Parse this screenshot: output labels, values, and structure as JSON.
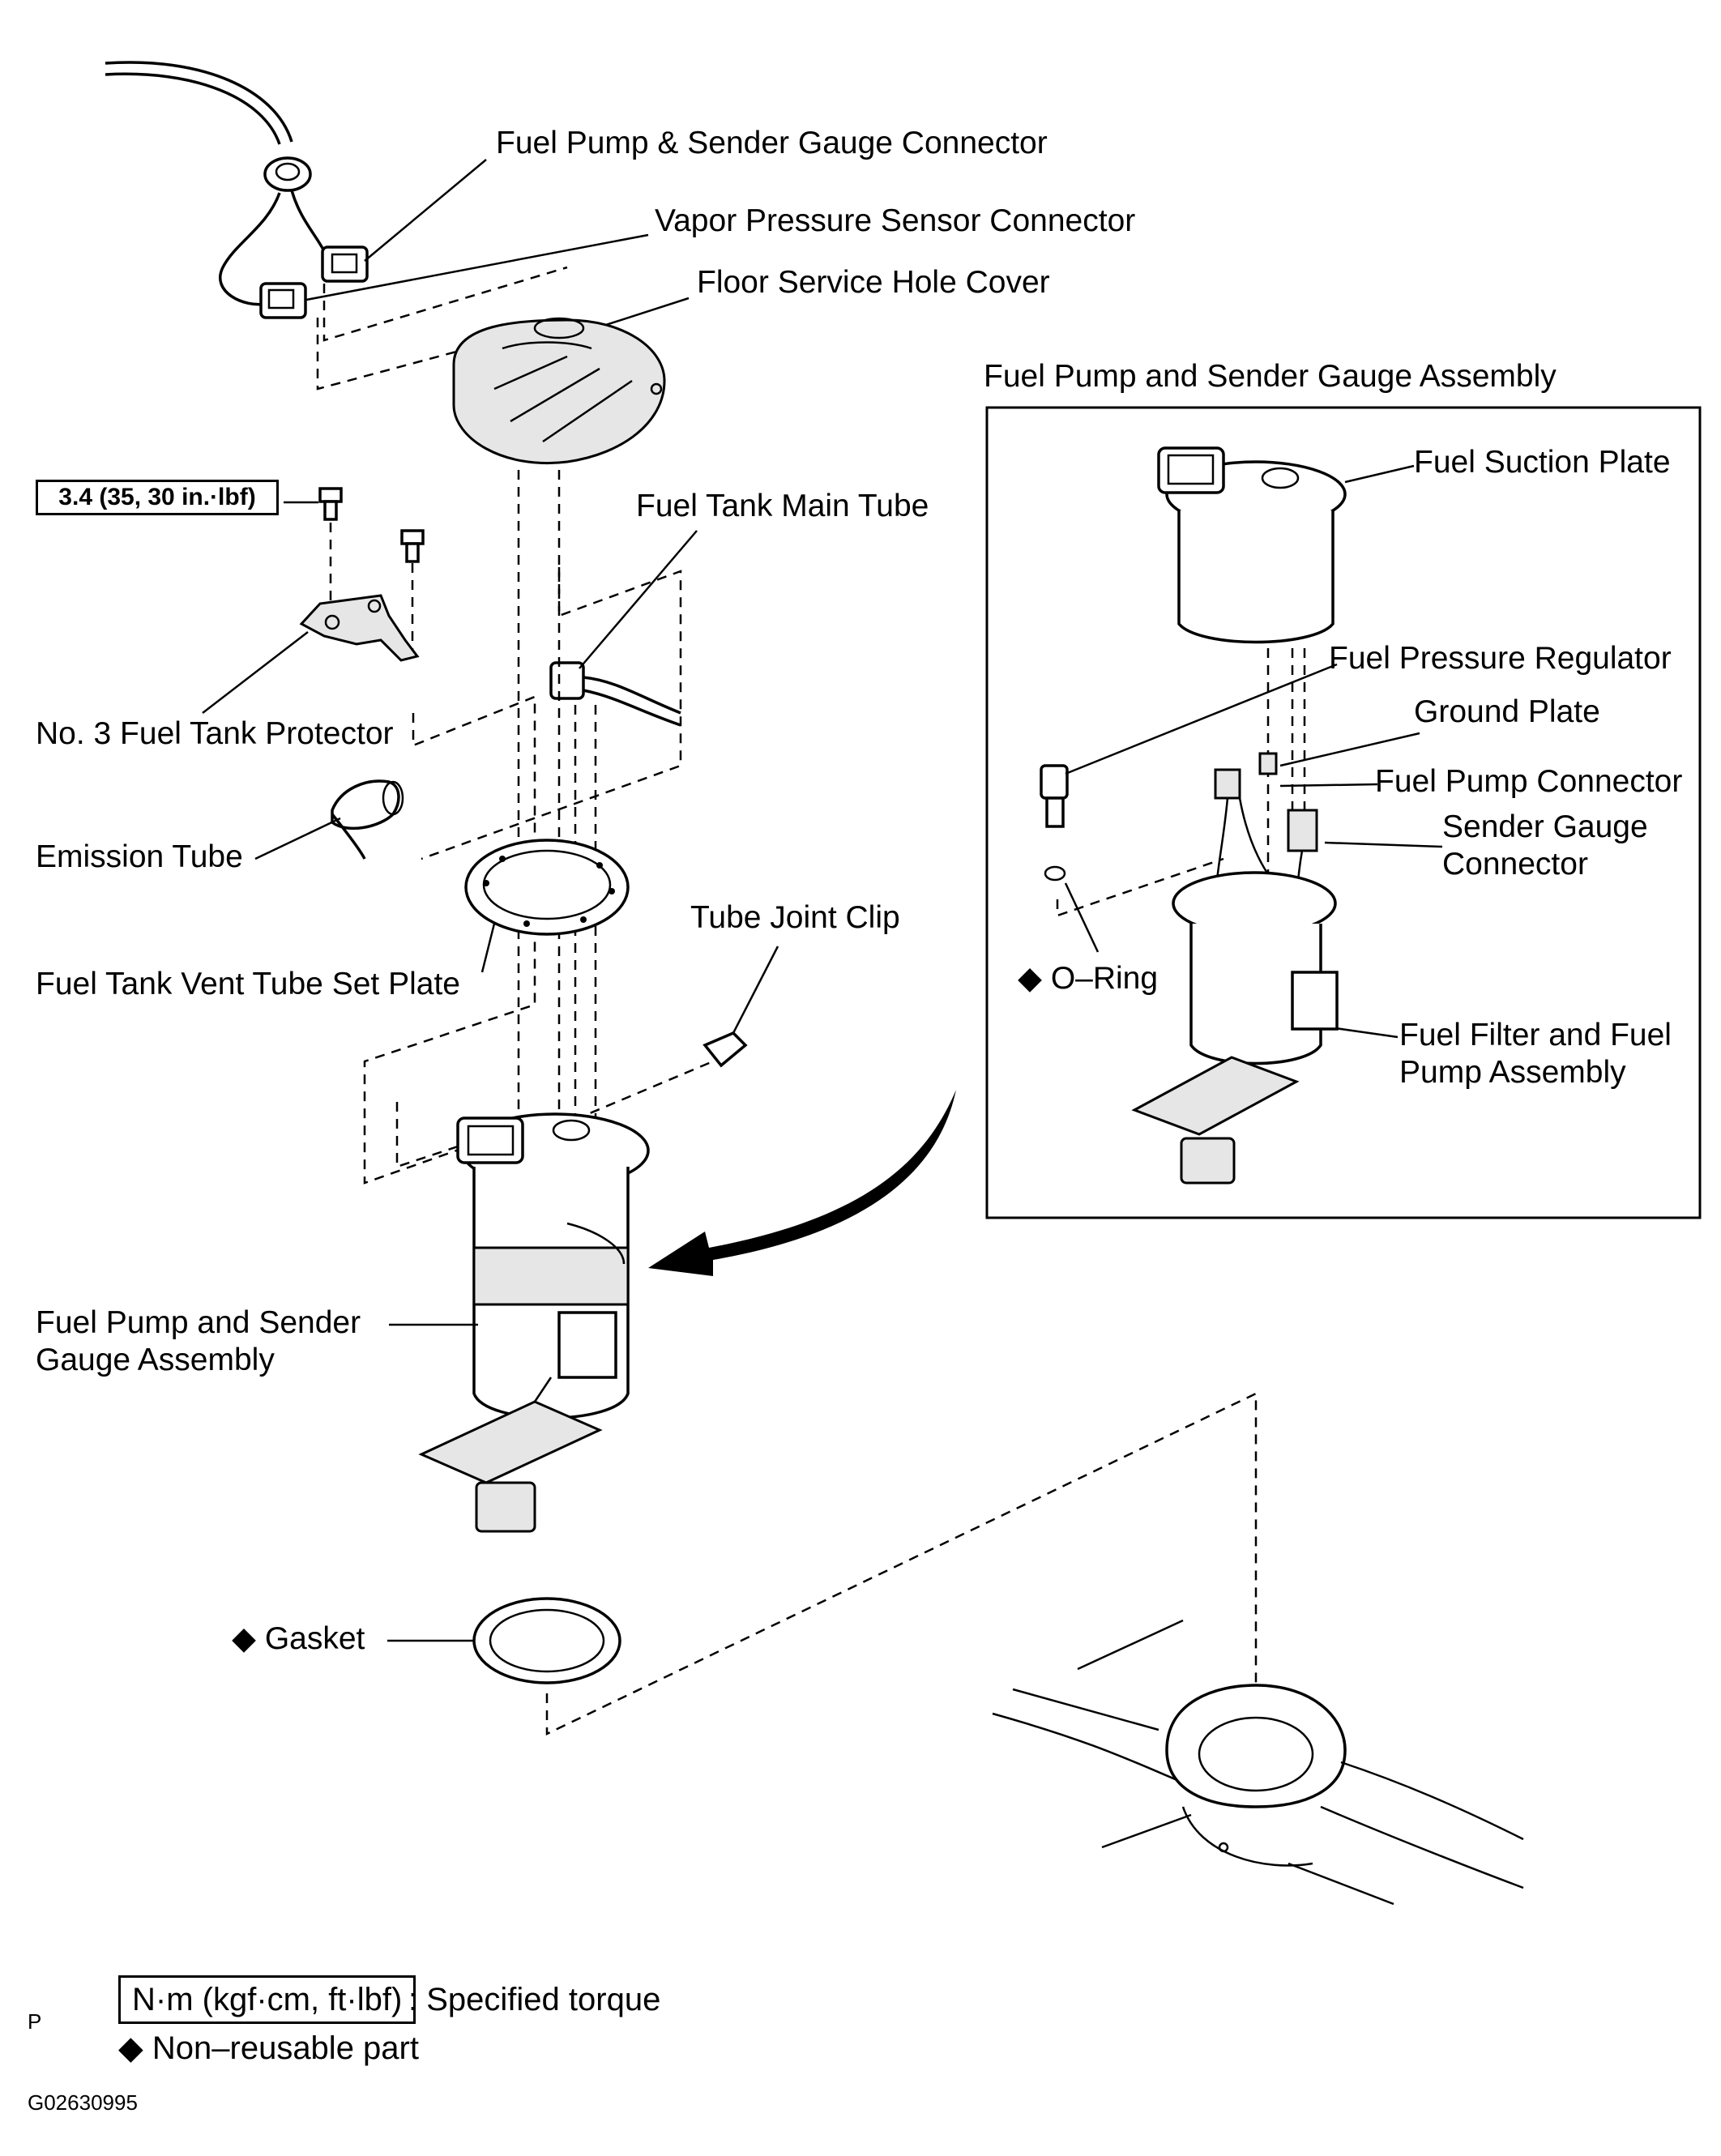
{
  "labels": {
    "fuel_pump_sender_connector": "Fuel Pump & Sender Gauge Connector",
    "vapor_pressure_sensor_connector": "Vapor Pressure Sensor Connector",
    "floor_service_hole_cover": "Floor Service Hole Cover",
    "fuel_tank_main_tube": "Fuel Tank Main Tube",
    "no3_fuel_tank_protector": "No. 3 Fuel Tank Protector",
    "emission_tube": "Emission Tube",
    "fuel_tank_vent_tube_set_plate": "Fuel Tank Vent Tube Set Plate",
    "tube_joint_clip": "Tube Joint Clip",
    "fuel_pump_sender_assembly_main": "Fuel Pump and Sender Gauge Assembly",
    "gasket": "◆ Gasket"
  },
  "torque_spec": "3.4 (35, 30 in.·lbf)",
  "inset": {
    "title": "Fuel Pump and Sender Gauge Assembly",
    "fuel_suction_plate": "Fuel Suction Plate",
    "fuel_pressure_regulator": "Fuel Pressure Regulator",
    "ground_plate": "Ground Plate",
    "fuel_pump_connector": "Fuel Pump Connector",
    "sender_gauge_connector": "Sender Gauge Connector",
    "o_ring": "◆ O–Ring",
    "fuel_filter_pump_assembly": "Fuel Filter and Fuel Pump Assembly"
  },
  "legend": {
    "torque_box": "N·m (kgf·cm, ft·lbf)",
    "torque_text": ": Specified torque",
    "nonreusable": "◆ Non–reusable part"
  },
  "corner_mark": "P",
  "figure_code": "G02630995"
}
